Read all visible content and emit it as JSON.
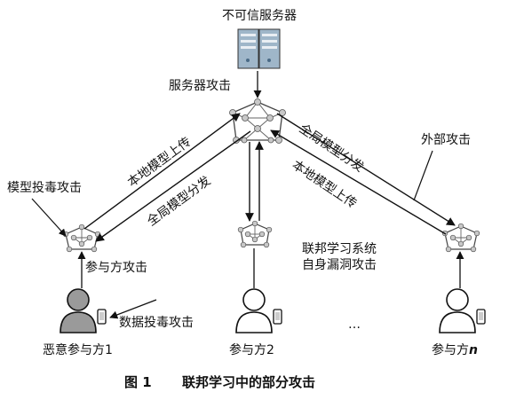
{
  "server": {
    "label": "不可信服务器",
    "attack": "服务器攻击"
  },
  "links": {
    "left_upload": "本地模型上传",
    "left_distribute": "全局模型分发",
    "right_distribute": "全局模型分发",
    "right_upload": "本地模型上传"
  },
  "attacks": {
    "model_poisoning": "模型投毒攻击",
    "participant": "参与方攻击",
    "data_poisoning": "数据投毒攻击",
    "external": "外部攻击",
    "system_vuln_line1": "联邦学习系统",
    "system_vuln_line2": "自身漏洞攻击"
  },
  "participants": {
    "malicious": "恶意参与方1",
    "p2": "参与方2",
    "ellipsis": "…",
    "pn_prefix": "参与方",
    "pn_suffix": "n"
  },
  "caption": {
    "number": "图 1",
    "title": "联邦学习中的部分攻击"
  },
  "colors": {
    "server_blue": "#9fb6c9",
    "node_gray": "#c8c8c8",
    "malicious_fill": "#9a9a9a"
  }
}
